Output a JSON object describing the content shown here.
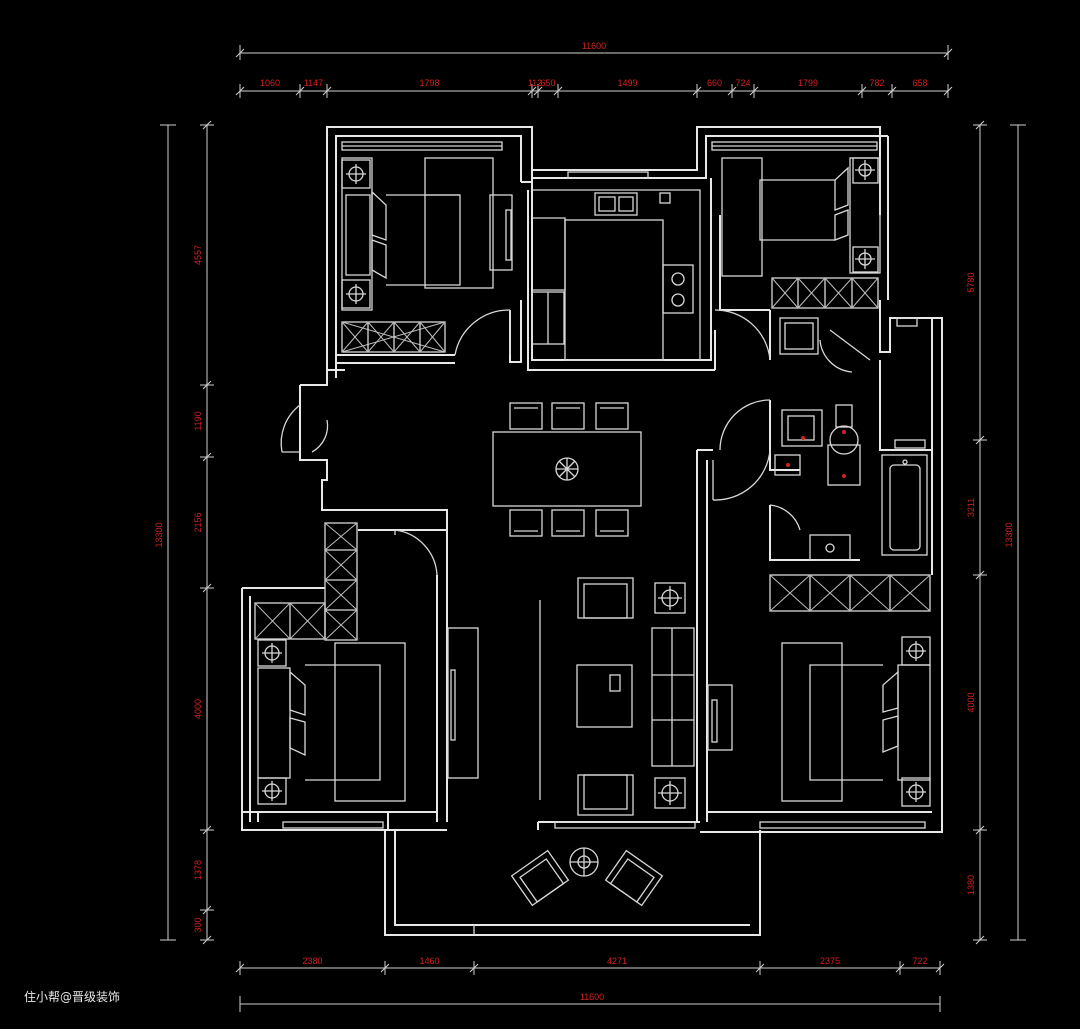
{
  "dimensions": {
    "top_total": "11600",
    "top_segments": [
      "1060",
      "1147",
      "1798",
      "112",
      "650",
      "1499",
      "660",
      "724",
      "1799",
      "782",
      "658"
    ],
    "left_total": "13300",
    "left_segments": [
      "4557",
      "1190",
      "2156",
      "4000",
      "1378",
      "300"
    ],
    "right_total": "13300",
    "right_segments": [
      "5780",
      "3211",
      "4000",
      "1380"
    ],
    "bottom_total": "11600",
    "bottom_segments": [
      "2380",
      "1460",
      "4271",
      "2375",
      "722"
    ]
  },
  "watermark": "住小帮@晋级装饰",
  "colors": {
    "background": "#000000",
    "lines": "#e8e8e8",
    "dimension_text": "#d22020"
  }
}
